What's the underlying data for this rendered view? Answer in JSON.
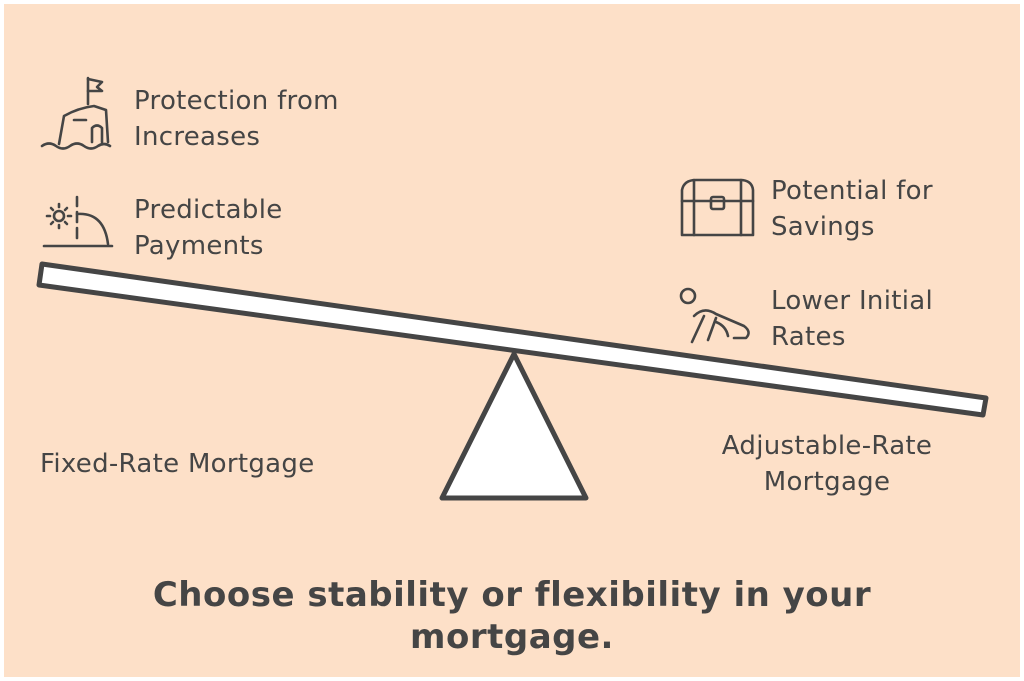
{
  "left_option": {
    "label": "Fixed-Rate Mortgage",
    "benefits": [
      {
        "line1": "Protection from",
        "line2": "Increases",
        "icon": "castle-icon"
      },
      {
        "line1": "Predictable",
        "line2": "Payments",
        "icon": "sunrise-icon"
      }
    ]
  },
  "right_option": {
    "label_line1": "Adjustable-Rate",
    "label_line2": "Mortgage",
    "benefits": [
      {
        "line1": "Potential for",
        "line2": "Savings",
        "icon": "treasure-chest-icon"
      },
      {
        "line1": "Lower Initial",
        "line2": "Rates",
        "icon": "crawling-person-icon"
      }
    ]
  },
  "conclusion": {
    "line1": "Choose stability or flexibility in your",
    "line2": "mortgage."
  },
  "colors": {
    "background": "#fde0c8",
    "ink": "#454545",
    "fill": "#ffffff"
  }
}
